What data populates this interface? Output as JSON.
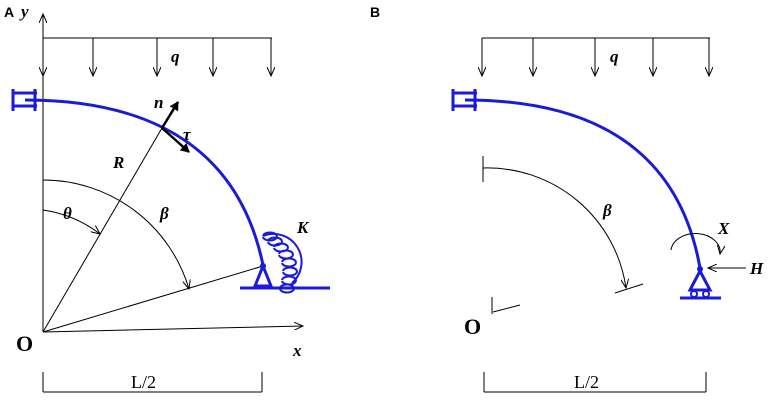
{
  "colors": {
    "structure": "#1a1adc",
    "line": "#000000",
    "background": "#ffffff"
  },
  "panelA": {
    "panel_label": "A",
    "y_axis": "y",
    "x_axis": "x",
    "load": "q",
    "normal": "n",
    "tangent": "τ",
    "radius": "R",
    "theta": "θ",
    "beta": "β",
    "spring": "K",
    "origin": "O",
    "span": "L/2"
  },
  "panelB": {
    "panel_label": "B",
    "load": "q",
    "beta": "β",
    "moment": "X",
    "force": "H",
    "origin": "O",
    "span": "L/2"
  }
}
